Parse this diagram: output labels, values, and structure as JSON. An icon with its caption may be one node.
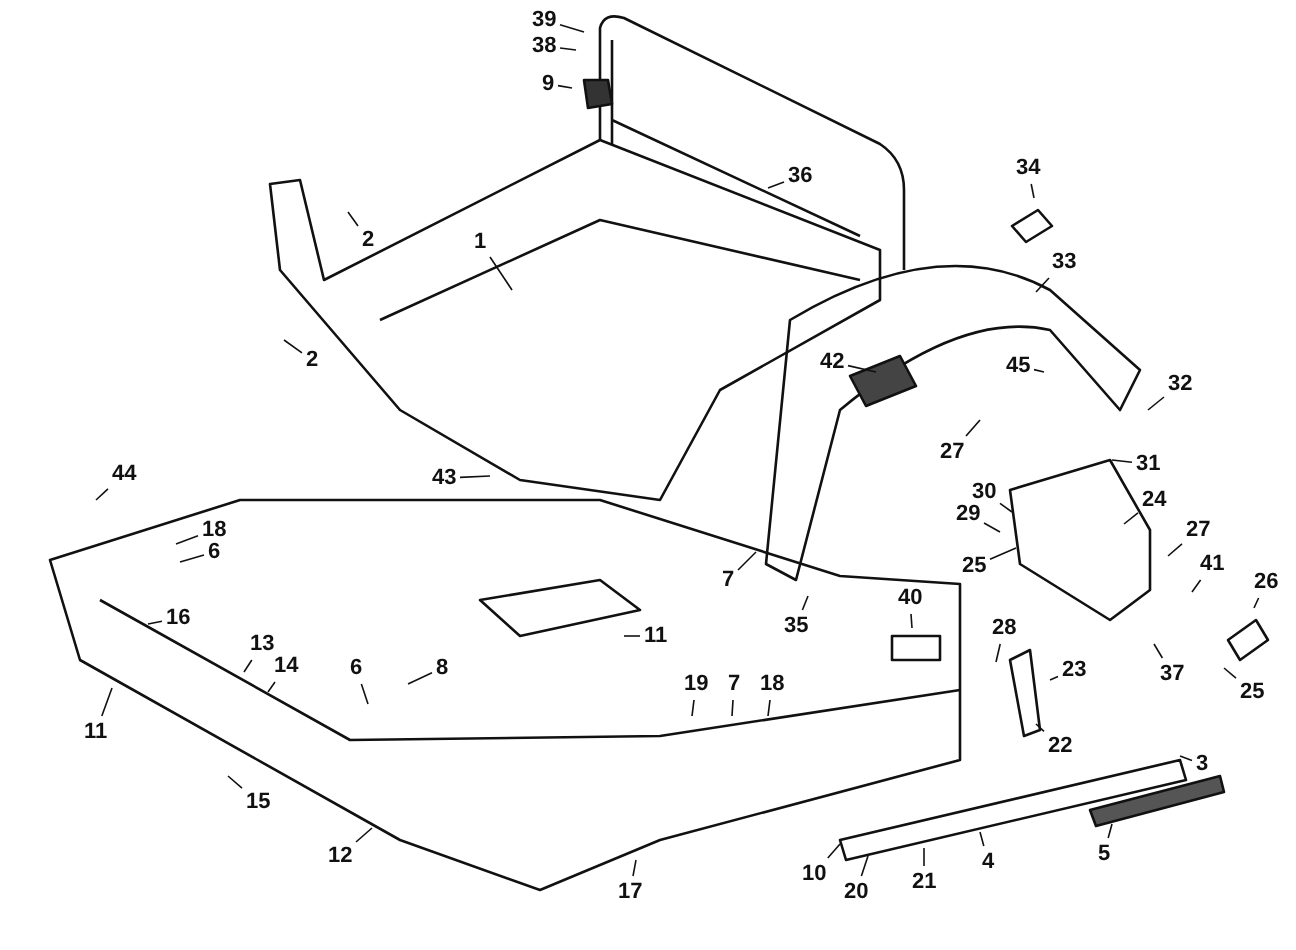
{
  "diagram": {
    "nodes": [
      {
        "text": [
          "39"
        ]
      },
      {
        "text": [
          "38"
        ]
      },
      {
        "text": [
          "9"
        ]
      },
      {
        "text": [
          "34"
        ]
      },
      {
        "text": [
          "36"
        ]
      },
      {
        "text": [
          "2"
        ]
      },
      {
        "text": [
          "1"
        ]
      },
      {
        "text": [
          "33"
        ]
      },
      {
        "text": [
          "2"
        ]
      },
      {
        "text": [
          "42"
        ]
      },
      {
        "text": [
          "45"
        ]
      },
      {
        "text": [
          "32"
        ]
      },
      {
        "text": [
          "27"
        ]
      },
      {
        "text": [
          "31"
        ]
      },
      {
        "text": [
          "44"
        ]
      },
      {
        "text": [
          "43"
        ]
      },
      {
        "text": [
          "30"
        ]
      },
      {
        "text": [
          "24"
        ]
      },
      {
        "text": [
          "29"
        ]
      },
      {
        "text": [
          "18"
        ]
      },
      {
        "text": [
          "27"
        ]
      },
      {
        "text": [
          "6"
        ]
      },
      {
        "text": [
          "41"
        ]
      },
      {
        "text": [
          "25"
        ]
      },
      {
        "text": [
          "7"
        ]
      },
      {
        "text": [
          "26"
        ]
      },
      {
        "text": [
          "40"
        ]
      },
      {
        "text": [
          "16"
        ]
      },
      {
        "text": [
          "35"
        ]
      },
      {
        "text": [
          "28"
        ]
      },
      {
        "text": [
          "11"
        ]
      },
      {
        "text": [
          "13"
        ]
      },
      {
        "text": [
          "14"
        ]
      },
      {
        "text": [
          "6"
        ]
      },
      {
        "text": [
          "8"
        ]
      },
      {
        "text": [
          "23"
        ]
      },
      {
        "text": [
          "37"
        ]
      },
      {
        "text": [
          "19"
        ]
      },
      {
        "text": [
          "7"
        ]
      },
      {
        "text": [
          "18"
        ]
      },
      {
        "text": [
          "25"
        ]
      },
      {
        "text": [
          "11"
        ]
      },
      {
        "text": [
          "22"
        ]
      },
      {
        "text": [
          "3"
        ]
      },
      {
        "text": [
          "15"
        ]
      },
      {
        "text": [
          "5"
        ]
      },
      {
        "text": [
          "12"
        ]
      },
      {
        "text": [
          "4"
        ]
      },
      {
        "text": [
          "10"
        ]
      },
      {
        "text": [
          "21"
        ]
      },
      {
        "text": [
          "20"
        ]
      },
      {
        "text": [
          "17"
        ]
      }
    ],
    "edges": [
      {
        "from": 0,
        "to": null,
        "arrow": "none"
      },
      {
        "from": 1,
        "to": null,
        "arrow": "none"
      },
      {
        "from": 2,
        "to": null,
        "arrow": "none"
      },
      {
        "from": 3,
        "to": null,
        "arrow": "none"
      },
      {
        "from": 4,
        "to": null,
        "arrow": "none"
      },
      {
        "from": 5,
        "to": null,
        "arrow": "none"
      },
      {
        "from": 6,
        "to": null,
        "arrow": "none"
      },
      {
        "from": 7,
        "to": null,
        "arrow": "none"
      },
      {
        "from": 8,
        "to": null,
        "arrow": "none"
      },
      {
        "from": 9,
        "to": null,
        "arrow": "none"
      },
      {
        "from": 10,
        "to": null,
        "arrow": "none"
      },
      {
        "from": 11,
        "to": null,
        "arrow": "none"
      },
      {
        "from": 12,
        "to": null,
        "arrow": "none"
      },
      {
        "from": 13,
        "to": null,
        "arrow": "none"
      },
      {
        "from": 14,
        "to": null,
        "arrow": "none"
      },
      {
        "from": 15,
        "to": null,
        "arrow": "none"
      },
      {
        "from": 16,
        "to": null,
        "arrow": "none"
      },
      {
        "from": 17,
        "to": null,
        "arrow": "none"
      },
      {
        "from": 18,
        "to": null,
        "arrow": "none"
      },
      {
        "from": 19,
        "to": null,
        "arrow": "none"
      },
      {
        "from": 20,
        "to": null,
        "arrow": "none"
      },
      {
        "from": 21,
        "to": null,
        "arrow": "none"
      },
      {
        "from": 22,
        "to": null,
        "arrow": "none"
      },
      {
        "from": 23,
        "to": null,
        "arrow": "none"
      },
      {
        "from": 24,
        "to": null,
        "arrow": "none"
      },
      {
        "from": 25,
        "to": null,
        "arrow": "none"
      },
      {
        "from": 26,
        "to": null,
        "arrow": "none"
      },
      {
        "from": 27,
        "to": null,
        "arrow": "none"
      },
      {
        "from": 28,
        "to": null,
        "arrow": "none"
      },
      {
        "from": 29,
        "to": null,
        "arrow": "none"
      },
      {
        "from": 30,
        "to": null,
        "arrow": "none"
      },
      {
        "from": 31,
        "to": null,
        "arrow": "none"
      },
      {
        "from": 32,
        "to": null,
        "arrow": "none"
      },
      {
        "from": 33,
        "to": null,
        "arrow": "none"
      },
      {
        "from": 34,
        "to": null,
        "arrow": "none"
      },
      {
        "from": 35,
        "to": null,
        "arrow": "none"
      },
      {
        "from": 36,
        "to": null,
        "arrow": "none"
      },
      {
        "from": 37,
        "to": null,
        "arrow": "none"
      },
      {
        "from": 38,
        "to": null,
        "arrow": "none"
      },
      {
        "from": 39,
        "to": null,
        "arrow": "none"
      },
      {
        "from": 40,
        "to": null,
        "arrow": "none"
      },
      {
        "from": 41,
        "to": null,
        "arrow": "none"
      },
      {
        "from": 42,
        "to": null,
        "arrow": "none"
      },
      {
        "from": 43,
        "to": null,
        "arrow": "none"
      },
      {
        "from": 44,
        "to": null,
        "arrow": "none"
      },
      {
        "from": 45,
        "to": null,
        "arrow": "none"
      },
      {
        "from": 46,
        "to": null,
        "arrow": "none"
      },
      {
        "from": 47,
        "to": null,
        "arrow": "none"
      },
      {
        "from": 48,
        "to": null,
        "arrow": "none"
      },
      {
        "from": 49,
        "to": null,
        "arrow": "none"
      },
      {
        "from": 50,
        "to": null,
        "arrow": "none"
      },
      {
        "from": 51,
        "to": null,
        "arrow": "none"
      }
    ]
  }
}
